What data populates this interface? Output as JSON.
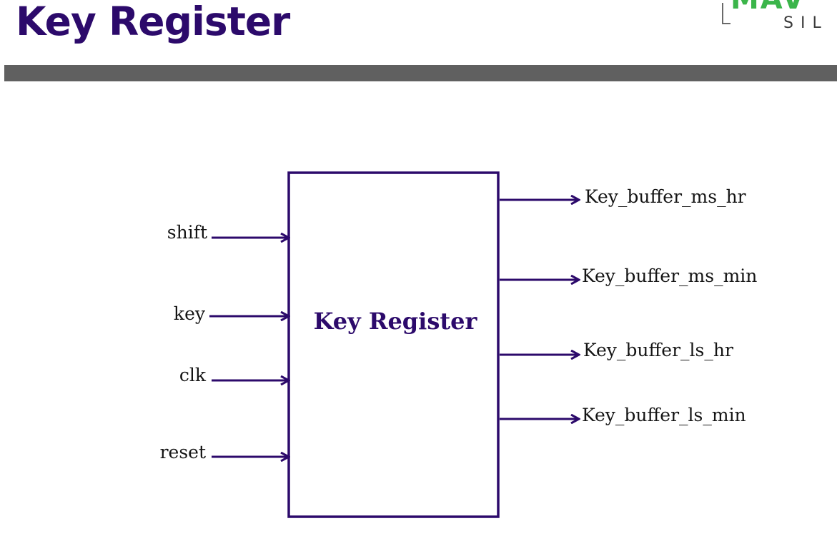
{
  "slide": {
    "title": "Key Register",
    "logo_text": "SIL"
  },
  "diagram": {
    "block_label": "Key Register",
    "inputs": [
      "shift",
      "key",
      "clk",
      "reset"
    ],
    "outputs": [
      "Key_buffer_ms_hr",
      "Key_buffer_ms_min",
      "Key_buffer_ls_hr",
      "Key_buffer_ls_min"
    ],
    "colors": {
      "line": "#2c0a6b",
      "text": "#141414",
      "title": "#2c0a6b",
      "bar": "#606060",
      "logo": "#3bb54a"
    }
  }
}
